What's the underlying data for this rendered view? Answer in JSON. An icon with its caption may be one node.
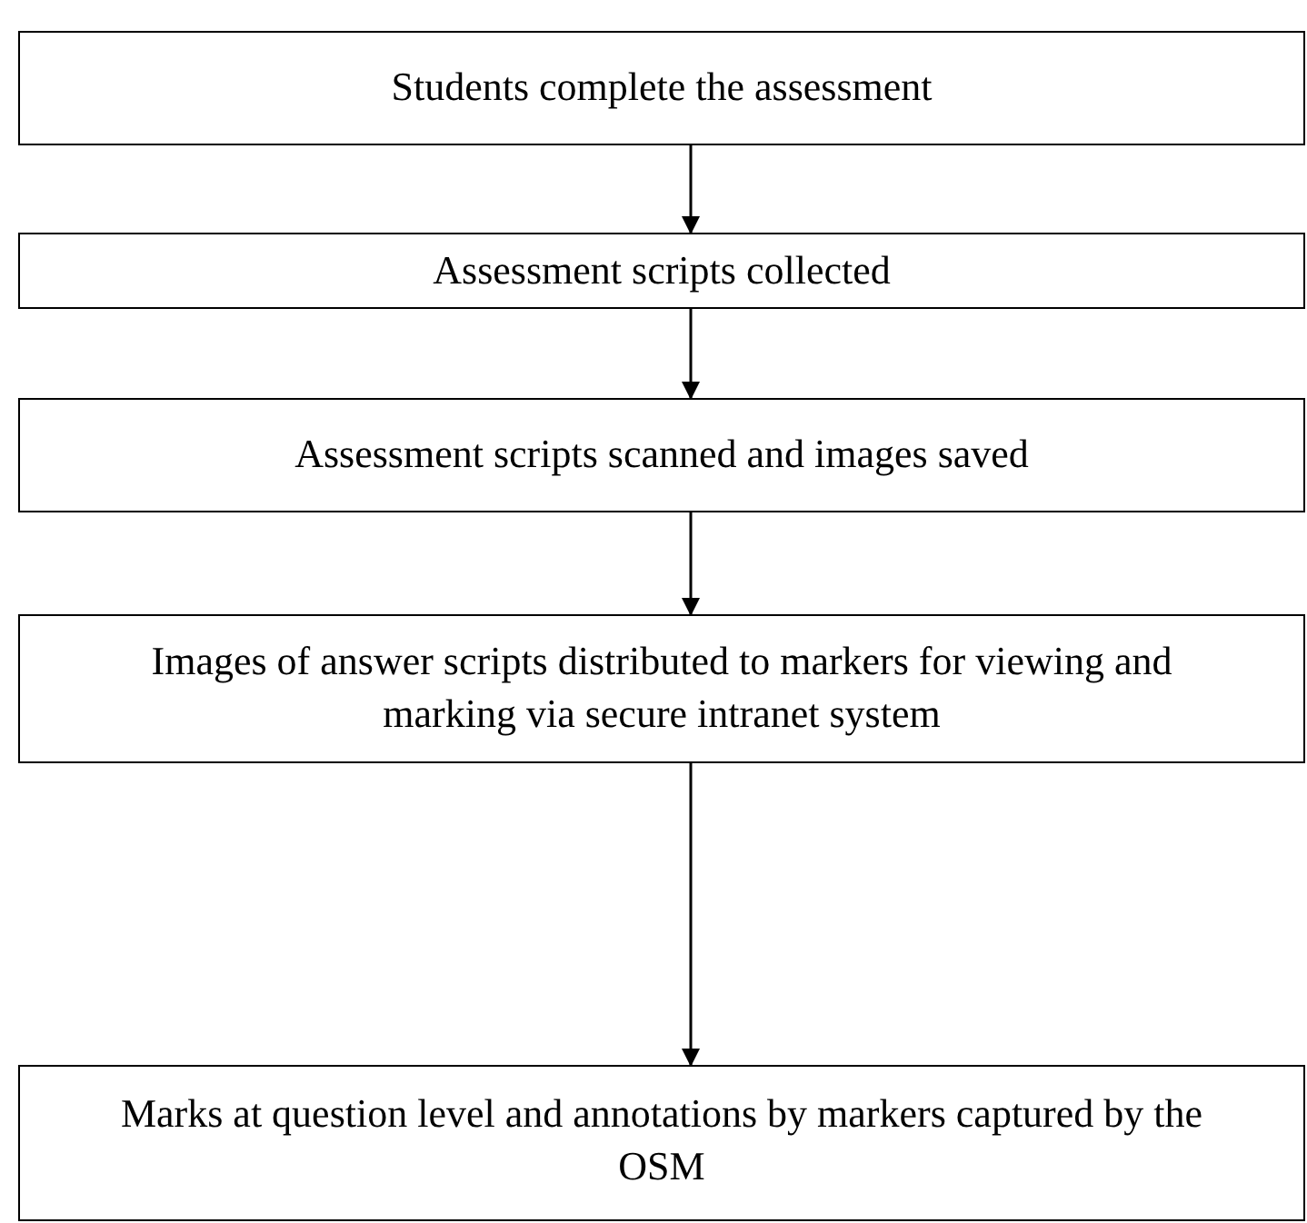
{
  "diagram": {
    "nodes": [
      {
        "text": [
          "Students complete the assessment"
        ]
      },
      {
        "text": [
          "Assessment scripts collected"
        ]
      },
      {
        "text": [
          "Assessment scripts scanned and images saved"
        ]
      },
      {
        "text": [
          "Images of answer scripts distributed to markers for viewing and marking via secure intranet system"
        ]
      },
      {
        "text": [
          "Marks at question level and annotations by markers captured by the OSM"
        ]
      }
    ],
    "edges": [
      {
        "from": 0,
        "to": 1,
        "arrow": "to"
      },
      {
        "from": 1,
        "to": 2,
        "arrow": "to"
      },
      {
        "from": 2,
        "to": 3,
        "arrow": "to"
      },
      {
        "from": 3,
        "to": 4,
        "arrow": "to"
      }
    ]
  }
}
